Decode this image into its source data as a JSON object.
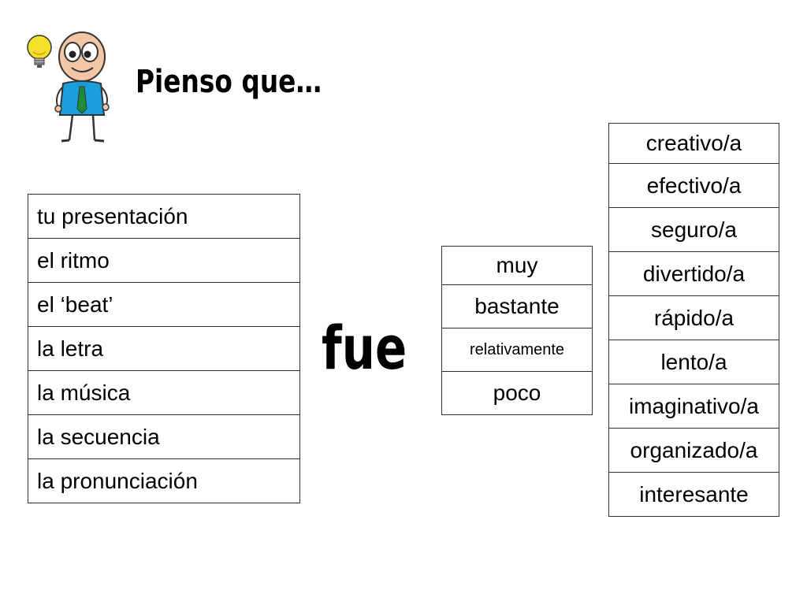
{
  "header": {
    "title": "Pienso que…"
  },
  "verb": "fue",
  "subjects": [
    "tu presentación",
    "el ritmo",
    "el ‘beat’",
    "la letra",
    "la música",
    "la secuencia",
    "la pronunciación"
  ],
  "adverbs": [
    "muy",
    "bastante",
    "relativamente",
    "poco"
  ],
  "adjectives": [
    "creativo/a",
    "efectivo/a",
    "seguro/a",
    "divertido/a",
    "rápido/a",
    "lento/a",
    "imaginativo/a",
    "organizado/a",
    "interesante"
  ],
  "icons": {
    "mascot": "thinking-person-lightbulb-icon"
  },
  "colors": {
    "shirt": "#1a9fdc",
    "tie": "#1f8a3a",
    "bulb": "#f5e12b",
    "skin": "#f3c7a6"
  }
}
